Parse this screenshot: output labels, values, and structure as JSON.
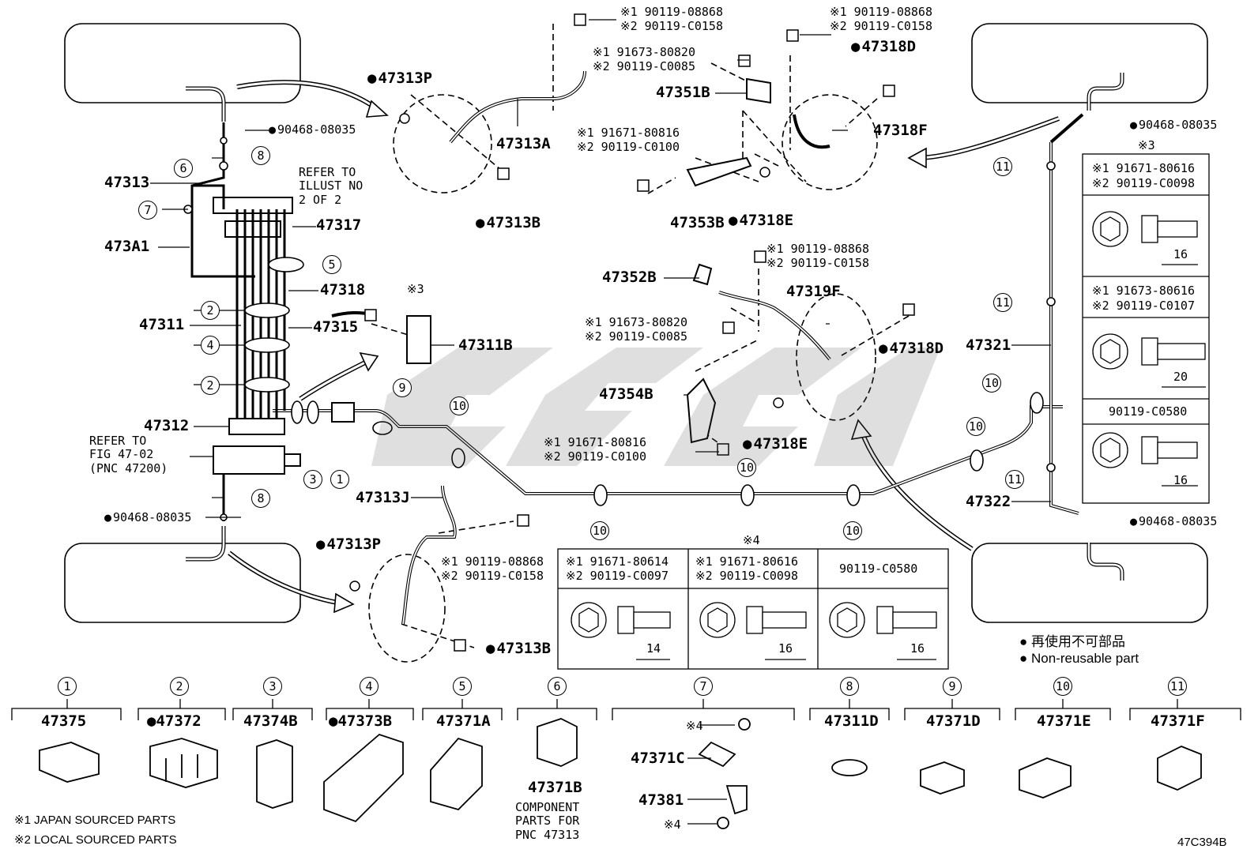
{
  "diagram_id": "47C394B",
  "legend": {
    "non_reusable_ja": "再使用不可部品",
    "non_reusable_en": "Non-reusable part",
    "note1": "※1 JAPAN SOURCED PARTS",
    "note2": "※2 LOCAL SOURCED PARTS"
  },
  "refs": {
    "illust2": "REFER TO\nILLUST NO\n2 OF 2",
    "fig4702": "REFER TO\nFIG 47-02\n(PNC 47200)"
  },
  "labels": {
    "p47313P_top": "47313P",
    "p47313A": "47313A",
    "p47313B_top": "47313B",
    "p47351B": "47351B",
    "p47353B": "47353B",
    "p47318E_top": "47318E",
    "p47318F": "47318F",
    "p47318D_top": "47318D",
    "p47313": "47313",
    "p473A1": "473A1",
    "p47317": "47317",
    "p47318": "47318",
    "p47311": "47311",
    "p47315": "47315",
    "p47311B": "47311B",
    "p47312": "47312",
    "p47352B": "47352B",
    "p47319F": "47319F",
    "p47318D_mid": "47318D",
    "p47354B": "47354B",
    "p47318E_mid": "47318E",
    "p47313J": "47313J",
    "p47313P_bot": "47313P",
    "p47313B_bot": "47313B",
    "p47321": "47321",
    "p47322": "47322",
    "clip_top_left": "90468-08035",
    "clip_bot_left": "90468-08035",
    "clip_top_right": "90468-08035",
    "clip_bot_right": "90468-08035",
    "bolt_a1": "※1 90119-08868",
    "bolt_a2": "※2 90119-C0158",
    "bolt_b1": "※1 91673-80820",
    "bolt_b2": "※2 90119-C0085",
    "bolt_c1": "※1 91671-80816",
    "bolt_c2": "※2 90119-C0100",
    "bolt_d1": "※1 90119-08868",
    "bolt_d2": "※2 90119-C0158",
    "bolt_e1": "※1 90119-08868",
    "bolt_e2": "※2 90119-C0158",
    "bolt_f1": "※1 91673-80820",
    "bolt_f2": "※2 90119-C0085",
    "bolt_g1": "※1 91671-80816",
    "bolt_g2": "※2 90119-C0100",
    "bolt_h1": "※1 90119-08868",
    "bolt_h2": "※2 90119-C0158",
    "mark3": "※3",
    "mark4": "※4"
  },
  "table3": {
    "title": "※3",
    "rows": [
      {
        "l1": "※1 91671-80616",
        "l2": "※2 90119-C0098",
        "len": "16"
      },
      {
        "l1": "※1 91673-80616",
        "l2": "※2 90119-C0107",
        "len": "20"
      },
      {
        "l1": "90119-C0580",
        "l2": "",
        "len": "16"
      }
    ]
  },
  "table4": {
    "title": "※4",
    "cols": [
      {
        "l1": "※1 91671-80614",
        "l2": "※2 90119-C0097",
        "len": "14"
      },
      {
        "l1": "※1 91671-80616",
        "l2": "※2 90119-C0098",
        "len": "16"
      },
      {
        "l1": "90119-C0580",
        "l2": "",
        "len": "16"
      }
    ]
  },
  "callouts": {
    "c1": "1",
    "c2": "2",
    "c3": "3",
    "c4": "4",
    "c5": "5",
    "c6": "6",
    "c7": "7",
    "c8": "8",
    "c9": "9",
    "c10": "10",
    "c11": "11"
  },
  "clips": [
    {
      "num": "1",
      "part": "47375"
    },
    {
      "num": "2",
      "part": "47372",
      "nonreusable": "●"
    },
    {
      "num": "3",
      "part": "47374B"
    },
    {
      "num": "4",
      "part": "47373B",
      "nonreusable": "●"
    },
    {
      "num": "5",
      "part": "47371A"
    },
    {
      "num": "6",
      "part": "47371B",
      "note": "COMPONENT\nPARTS FOR\nPNC 47313"
    },
    {
      "num": "7",
      "part_a": "47371C",
      "part_b": "47381",
      "mark": "※4"
    },
    {
      "num": "8",
      "part": "47311D"
    },
    {
      "num": "9",
      "part": "47371D"
    },
    {
      "num": "10",
      "part": "47371E"
    },
    {
      "num": "11",
      "part": "47371F"
    }
  ]
}
